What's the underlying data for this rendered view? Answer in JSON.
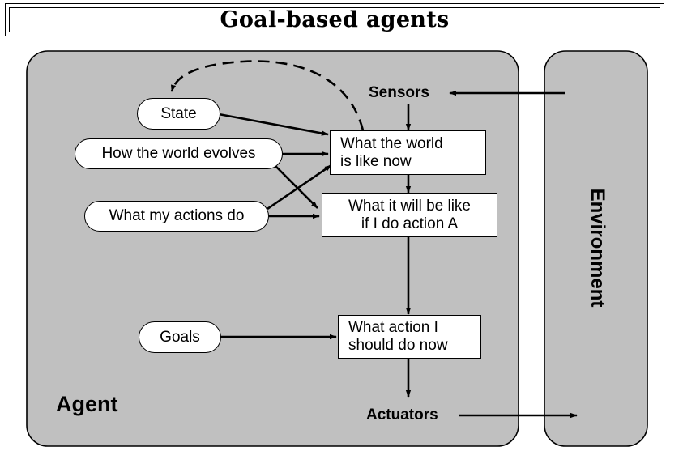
{
  "title": "Goal-based agents",
  "agent_label": "Agent",
  "environment_label": "Environment",
  "sensors_label": "Sensors",
  "actuators_label": "Actuators",
  "ovals": {
    "state": "State",
    "world_evolves": "How the world evolves",
    "actions_do": "What my actions do",
    "goals": "Goals"
  },
  "boxes": {
    "world_now": [
      "What the world",
      "is like now"
    ],
    "action_result": [
      "What it will be like",
      "if I do action A"
    ],
    "what_action": [
      "What action I",
      "should do now"
    ]
  },
  "colors": {
    "panel_fill": "#c0c0c0",
    "stroke": "#000000",
    "box_fill": "#ffffff"
  }
}
